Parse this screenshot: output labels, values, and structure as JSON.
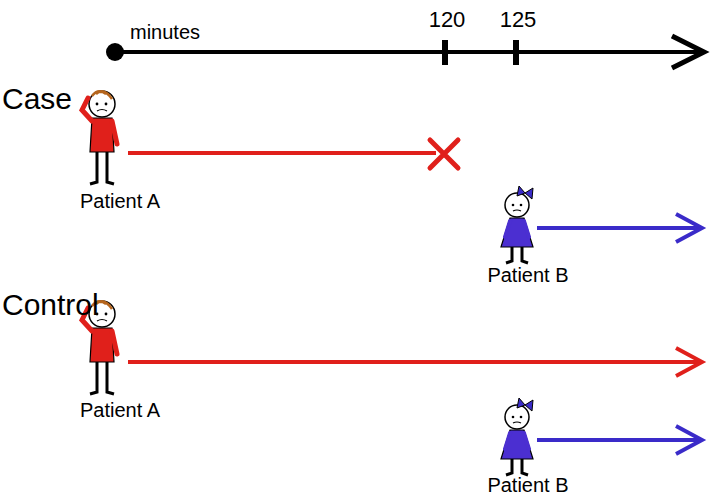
{
  "diagram": {
    "labels": [
      "minutes",
      "120",
      "125",
      "Case",
      "Patient A",
      "Patient B",
      "Control",
      "Patient A",
      "Patient B"
    ]
  }
}
